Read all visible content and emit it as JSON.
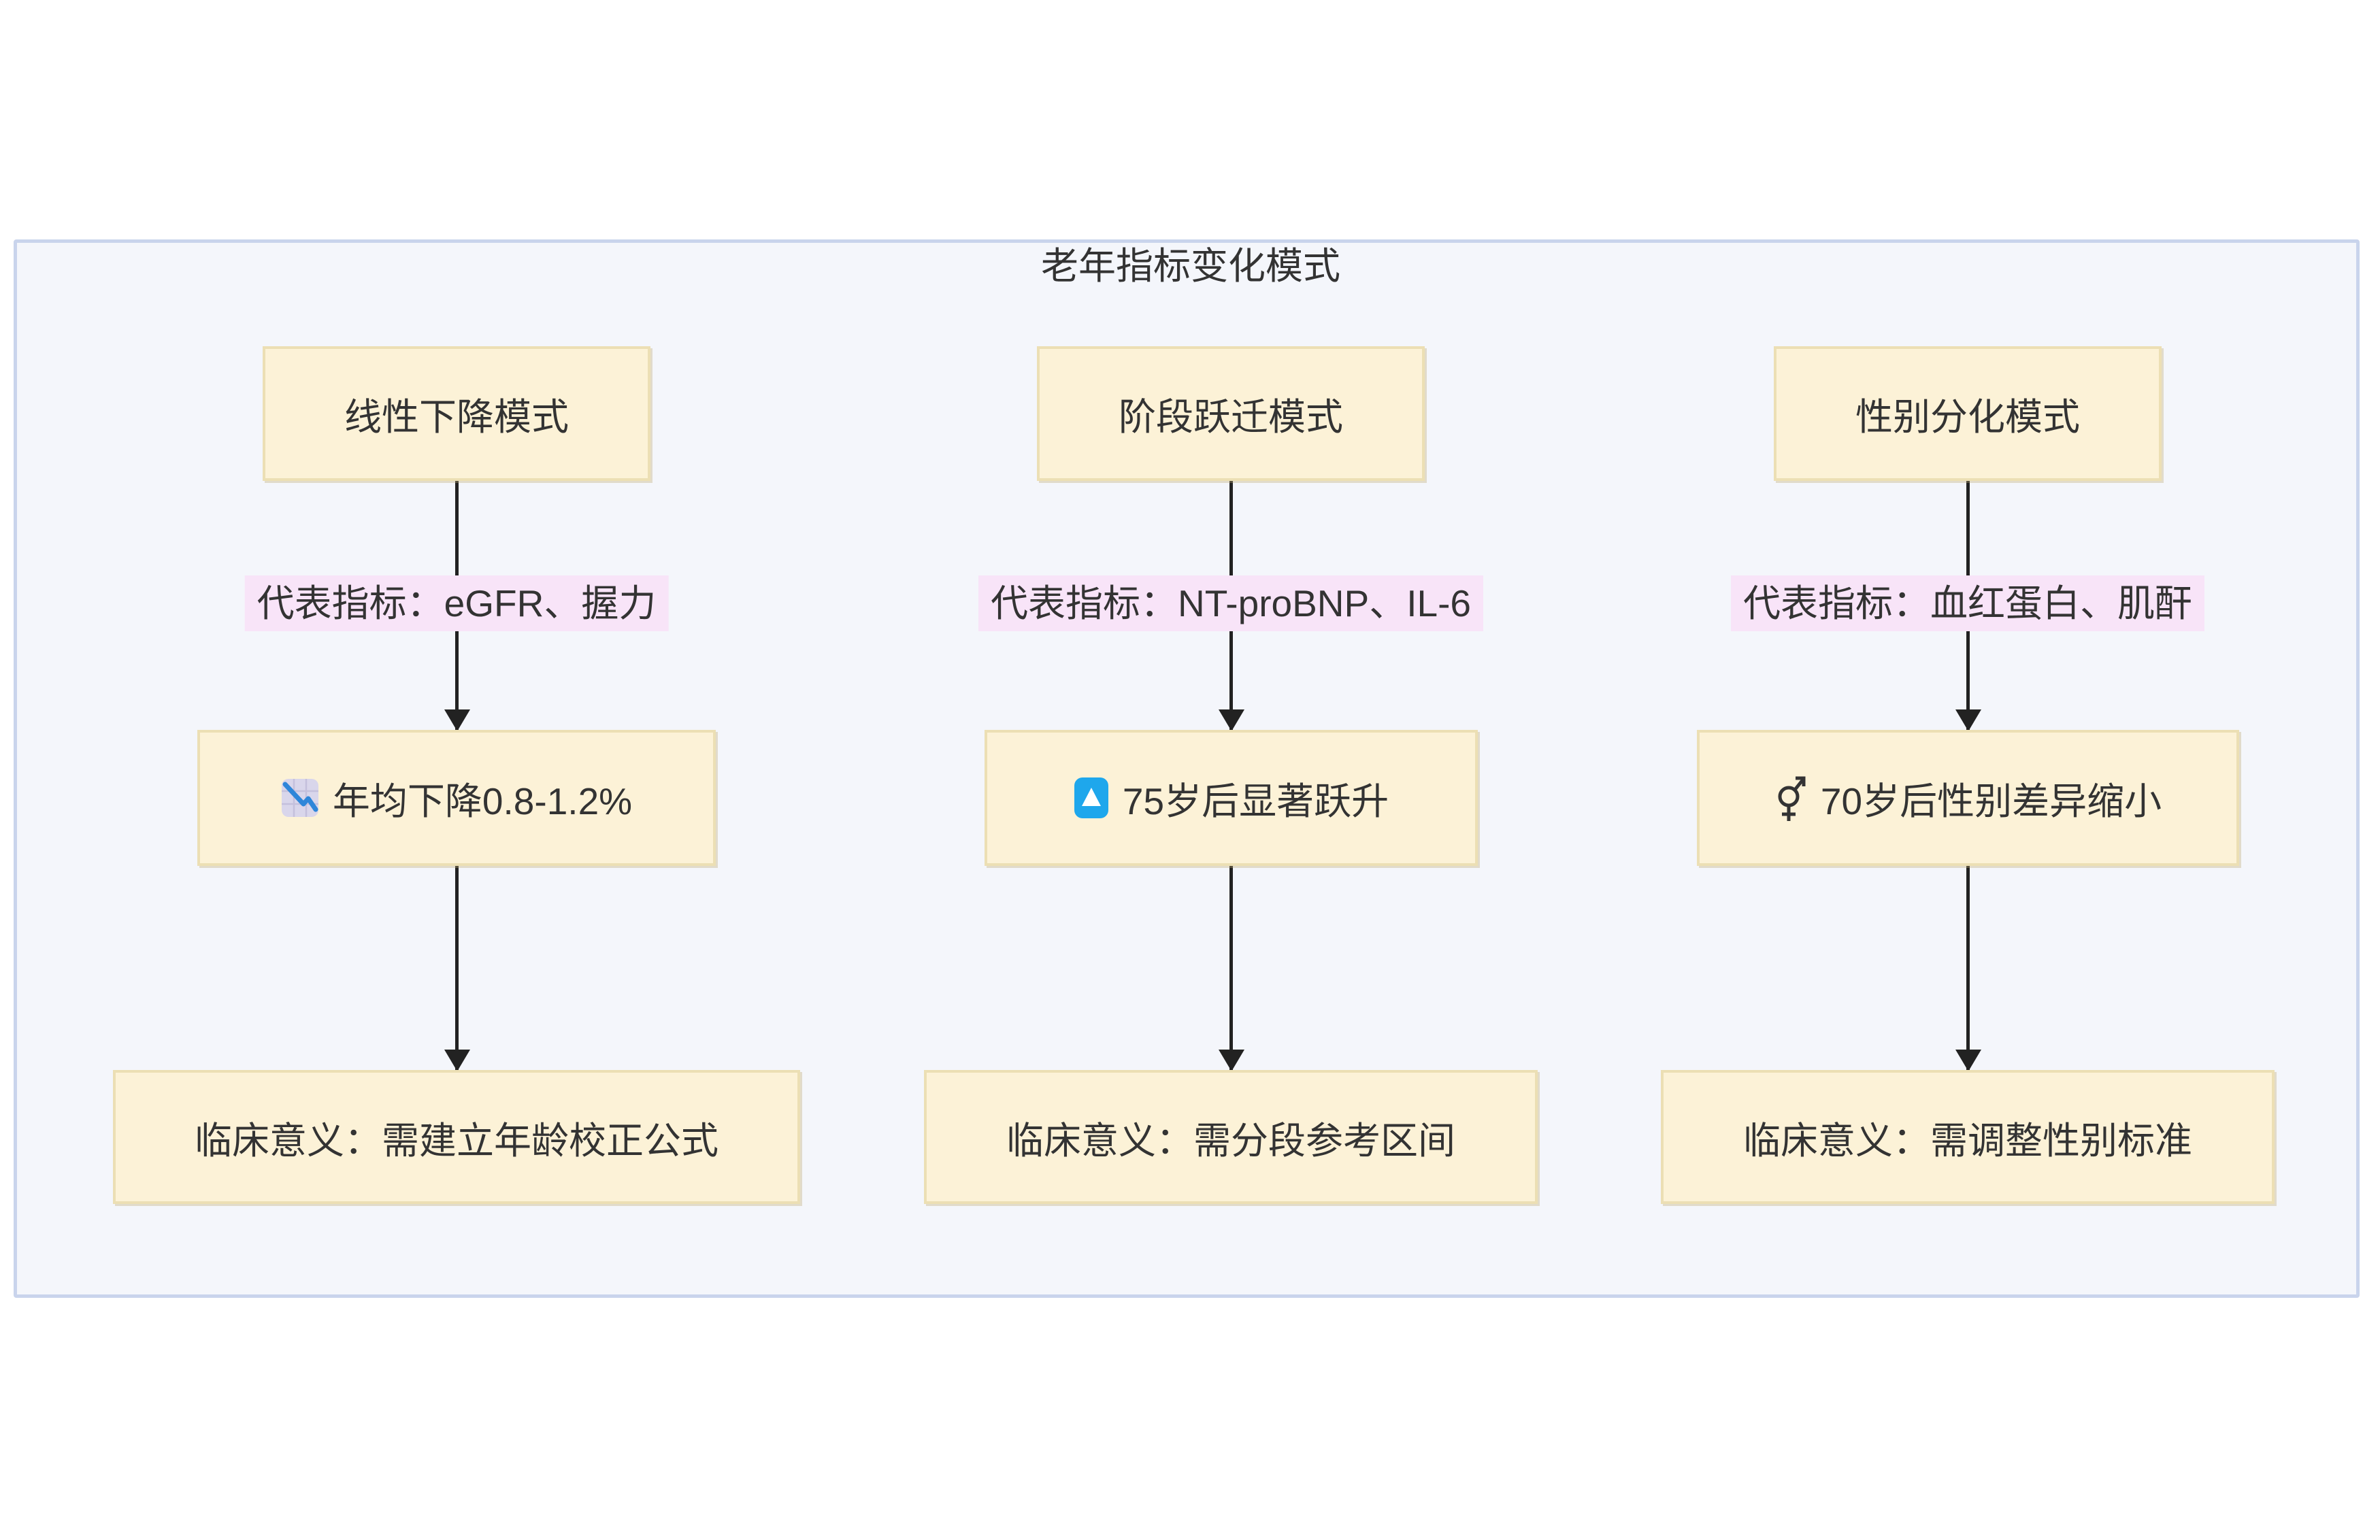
{
  "title": "老年指标变化模式",
  "columns": [
    {
      "top": "线性下降模式",
      "edge_label": "代表指标：eGFR、握力",
      "middle": "年均下降0.8-1.2%",
      "middle_icon": "chart-decreasing-icon",
      "middle_icon_unicode": "📉",
      "bottom": "临床意义：需建立年龄校正公式"
    },
    {
      "top": "阶段跃迁模式",
      "edge_label": "代表指标：NT-proBNP、IL-6",
      "middle": "75岁后显著跃升",
      "middle_icon": "up-button-icon",
      "middle_icon_unicode": "🔼",
      "bottom": "临床意义：需分段参考区间"
    },
    {
      "top": "性别分化模式",
      "edge_label": "代表指标：血红蛋白、肌酐",
      "middle": "70岁后性别差异缩小",
      "middle_icon": "male-female-icon",
      "middle_icon_unicode": "⚥",
      "bottom": "临床意义：需调整性别标准"
    }
  ],
  "colors": {
    "container_background": "#f4f6fb",
    "container_border": "#c9d4ec",
    "node_fill": "#fcf2d7",
    "node_border": "#ecdfb4",
    "edge_label_background": "#f8e4f8",
    "arrow": "#222222",
    "text": "#333333",
    "up_button_icon_blue": "#1ea7ec",
    "chart_line_blue": "#2e86d9",
    "chart_icon_background": "#d9d6eb"
  }
}
